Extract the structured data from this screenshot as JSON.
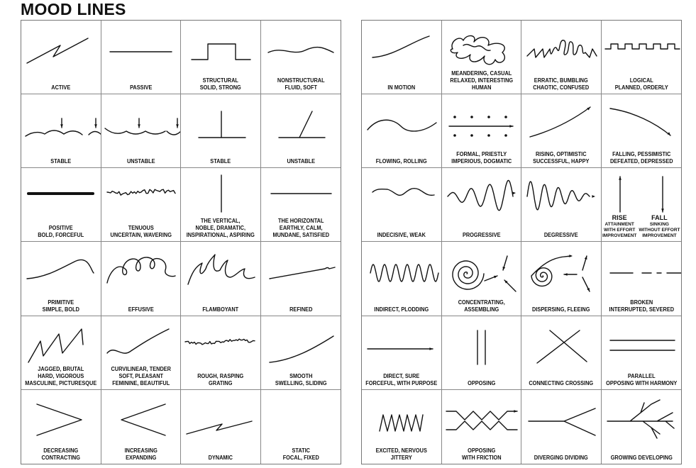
{
  "title": "MOOD LINES",
  "left_panel": {
    "cells": [
      {
        "icon": "active-line",
        "label": [
          "ACTIVE"
        ]
      },
      {
        "icon": "passive-line",
        "label": [
          "PASSIVE"
        ]
      },
      {
        "icon": "structural-line",
        "label": [
          "STRUCTURAL",
          "SOLID, STRONG"
        ]
      },
      {
        "icon": "nonstructural-line",
        "label": [
          "NONSTRUCTURAL",
          "FLUID, SOFT"
        ]
      },
      {
        "icon": "stable-arcs",
        "label": [
          "STABLE"
        ]
      },
      {
        "icon": "unstable-arcs",
        "label": [
          "UNSTABLE"
        ]
      },
      {
        "icon": "stable-t",
        "label": [
          "STABLE"
        ]
      },
      {
        "icon": "unstable-t",
        "label": [
          "UNSTABLE"
        ]
      },
      {
        "icon": "positive-line",
        "label": [
          "POSITIVE",
          "BOLD, FORCEFUL"
        ]
      },
      {
        "icon": "tenuous-line",
        "label": [
          "TENUOUS",
          "UNCERTAIN, WAVERING"
        ]
      },
      {
        "icon": "vertical-line",
        "label": [
          "THE VERTICAL,",
          "NOBLE, DRAMATIC,",
          "INSPIRATIONAL, ASPIRING"
        ]
      },
      {
        "icon": "horizontal-line",
        "label": [
          "THE HORIZONTAL",
          "EARTHLY, CALM,",
          "MUNDANE, SATISFIED"
        ]
      },
      {
        "icon": "primitive-line",
        "label": [
          "PRIMITIVE",
          "SIMPLE, BOLD"
        ]
      },
      {
        "icon": "effusive-line",
        "label": [
          "EFFUSIVE"
        ]
      },
      {
        "icon": "flamboyant-line",
        "label": [
          "FLAMBOYANT"
        ]
      },
      {
        "icon": "refined-line",
        "label": [
          "REFINED"
        ]
      },
      {
        "icon": "jagged-line",
        "label": [
          "JAGGED, BRUTAL",
          "HARD, VIGOROUS",
          "MASCULINE, PICTURESQUE"
        ]
      },
      {
        "icon": "curvilinear-line",
        "label": [
          "CURVILINEAR, TENDER",
          "SOFT, PLEASANT",
          "FEMININE, BEAUTIFUL"
        ]
      },
      {
        "icon": "rough-line",
        "label": [
          "ROUGH, RASPING",
          "GRATING"
        ]
      },
      {
        "icon": "smooth-line",
        "label": [
          "SMOOTH",
          "SWELLING, SLIDING"
        ]
      },
      {
        "icon": "decreasing-line",
        "label": [
          "DECREASING",
          "CONTRACTING"
        ]
      },
      {
        "icon": "increasing-line",
        "label": [
          "INCREASING",
          "EXPANDING"
        ]
      },
      {
        "icon": "dynamic-line",
        "label": [
          "DYNAMIC"
        ]
      },
      {
        "icon": "static-blank",
        "label": [
          "STATIC",
          "FOCAL, FIXED"
        ]
      }
    ]
  },
  "right_panel": {
    "cells": [
      {
        "icon": "motion-line",
        "label": [
          "IN MOTION"
        ]
      },
      {
        "icon": "meandering-line",
        "label": [
          "MEANDERING, CASUAL",
          "RELAXED, INTERESTING",
          "HUMAN"
        ]
      },
      {
        "icon": "erratic-line",
        "label": [
          "ERRATIC, BUMBLING",
          "CHAOTIC, CONFUSED"
        ]
      },
      {
        "icon": "logical-line",
        "label": [
          "LOGICAL",
          "PLANNED, ORDERLY"
        ]
      },
      {
        "icon": "flowing-line",
        "label": [
          "FLOWING, ROLLING"
        ]
      },
      {
        "icon": "formal-dots",
        "label": [
          "FORMAL, PRIESTLY",
          "IMPERIOUS, DOGMATIC"
        ]
      },
      {
        "icon": "rising-arrow",
        "label": [
          "RISING, OPTIMISTIC",
          "SUCCESSFUL, HAPPY"
        ]
      },
      {
        "icon": "falling-arrow",
        "label": [
          "FALLING, PESSIMISTIC",
          "DEFEATED, DEPRESSED"
        ]
      },
      {
        "icon": "indecisive-line",
        "label": [
          "INDECISIVE, WEAK"
        ]
      },
      {
        "icon": "progressive-wave",
        "label": [
          "PROGRESSIVE"
        ]
      },
      {
        "icon": "degressive-wave",
        "label": [
          "DEGRESSIVE"
        ]
      },
      {
        "icon": "rise-fall-arrows",
        "sublabels": [
          {
            "heading": "RISE",
            "lines": [
              "ATTAINMENT",
              "WITH EFFORT",
              "IMPROVEMENT"
            ]
          },
          {
            "heading": "FALL",
            "lines": [
              "SINKING",
              "WITHOUT EFFORT",
              "IMPROVEMENT"
            ]
          }
        ]
      },
      {
        "icon": "indirect-wave",
        "label": [
          "INDIRECT, PLODDING"
        ]
      },
      {
        "icon": "concentrating-spiral",
        "label": [
          "CONCENTRATING,",
          "ASSEMBLING"
        ]
      },
      {
        "icon": "dispersing-spiral",
        "label": [
          "DISPERSING, FLEEING"
        ]
      },
      {
        "icon": "broken-line",
        "label": [
          "BROKEN",
          "INTERRUPTED, SEVERED"
        ]
      },
      {
        "icon": "direct-arrow",
        "label": [
          "DIRECT, SURE",
          "FORCEFUL, WITH PURPOSE"
        ]
      },
      {
        "icon": "opposing-lines",
        "label": [
          "OPPOSING"
        ]
      },
      {
        "icon": "crossing-lines",
        "label": [
          "CONNECTING CROSSING"
        ]
      },
      {
        "icon": "parallel-lines",
        "label": [
          "PARALLEL",
          "OPPOSING WITH HARMONY"
        ]
      },
      {
        "icon": "excited-zigzag",
        "label": [
          "EXCITED, NERVOUS",
          "JITTERY"
        ]
      },
      {
        "icon": "friction-zigzags",
        "label": [
          "OPPOSING",
          "WITH FRICTION"
        ]
      },
      {
        "icon": "diverging-lines",
        "label": [
          "DIVERGING DIVIDING"
        ]
      },
      {
        "icon": "growing-branches",
        "label": [
          "GROWING DEVELOPING"
        ]
      }
    ]
  }
}
